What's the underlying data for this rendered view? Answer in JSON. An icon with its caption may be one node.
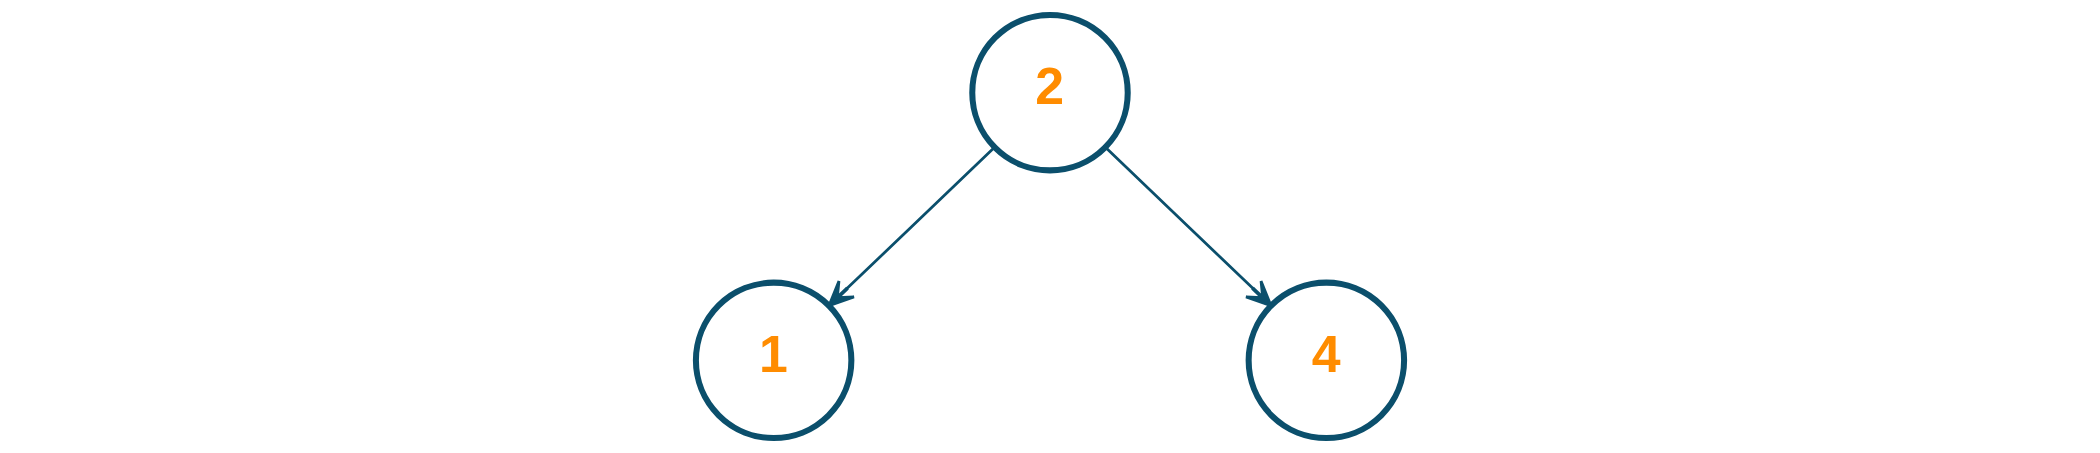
{
  "diagram": {
    "nodes": [
      {
        "text": [
          "2"
        ]
      },
      {
        "text": [
          "1"
        ]
      },
      {
        "text": [
          "4"
        ]
      }
    ],
    "edges": [
      {
        "from": 0,
        "to": 1,
        "arrow": "to"
      },
      {
        "from": 0,
        "to": 2,
        "arrow": "to"
      }
    ]
  }
}
